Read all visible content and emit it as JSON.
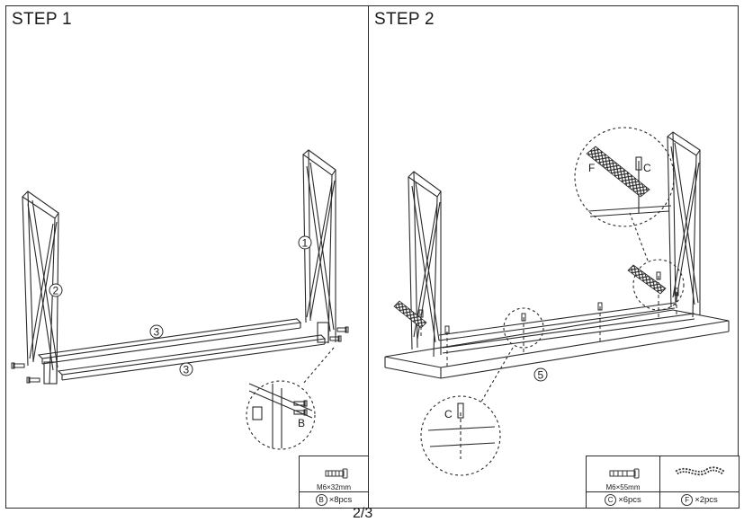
{
  "step1": {
    "title": "STEP 1",
    "part_labels": {
      "leg_right": "1",
      "leg_left": "2",
      "bar_upper": "3",
      "bar_lower": "3"
    },
    "detail_label": "B",
    "hardware": {
      "spec": "M6×32mm",
      "letter": "B",
      "qty": "×8pcs"
    }
  },
  "step2": {
    "title": "STEP 2",
    "part_labels": {
      "top": "5"
    },
    "detail_upper": {
      "label_f": "F",
      "label_c": "C"
    },
    "detail_lower": {
      "label_c": "C"
    },
    "hardware_c": {
      "spec": "M6×55mm",
      "letter": "C",
      "qty": "×6pcs"
    },
    "hardware_f": {
      "letter": "F",
      "qty": "×2pcs"
    }
  },
  "page_number": "2/3"
}
